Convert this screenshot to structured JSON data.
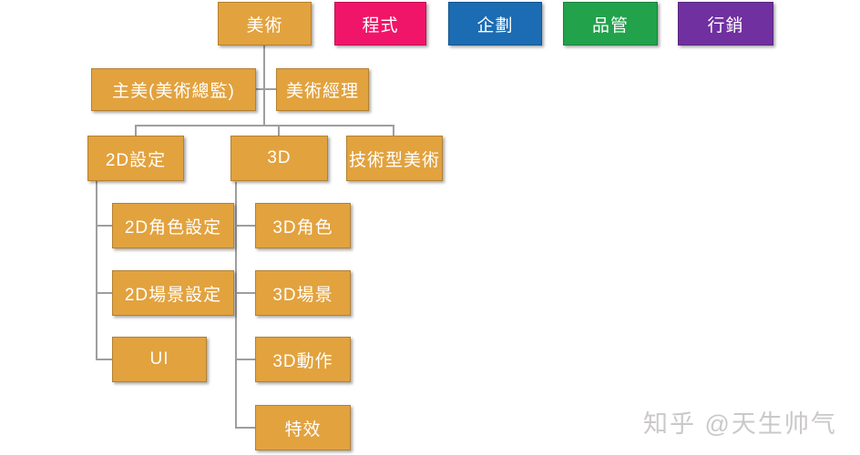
{
  "colors": {
    "art_orange": "#E2A23E",
    "programming_pink": "#F01568",
    "planning_blue": "#1B6CB3",
    "qa_green": "#21A24B",
    "marketing_purple": "#7030A0",
    "connector_gray": "#9E9E9E",
    "node_text": "#FFFFFF",
    "background": "#FFFFFF"
  },
  "org_chart": {
    "departments": [
      {
        "label": "美術",
        "color": "#E2A23E"
      },
      {
        "label": "程式",
        "color": "#F01568"
      },
      {
        "label": "企劃",
        "color": "#1B6CB3"
      },
      {
        "label": "品管",
        "color": "#21A24B"
      },
      {
        "label": "行銷",
        "color": "#7030A0"
      }
    ],
    "art_branch": {
      "managers": [
        {
          "label": "主美(美術總監)"
        },
        {
          "label": "美術經理"
        }
      ],
      "teams": [
        {
          "label": "2D設定"
        },
        {
          "label": "3D"
        },
        {
          "label": "技術型美術"
        }
      ],
      "team_2d_children": [
        {
          "label": "2D角色設定"
        },
        {
          "label": "2D場景設定"
        },
        {
          "label": "UI"
        }
      ],
      "team_3d_children": [
        {
          "label": "3D角色"
        },
        {
          "label": "3D場景"
        },
        {
          "label": "3D動作"
        },
        {
          "label": "特效"
        }
      ]
    }
  },
  "watermark": {
    "text": "知乎 @天生帅气"
  }
}
